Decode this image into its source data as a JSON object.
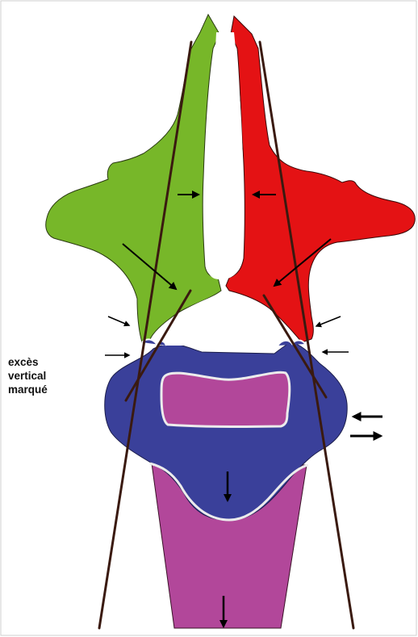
{
  "caption": {
    "lines": [
      "excès",
      "vertical",
      "marqué"
    ]
  },
  "colors": {
    "left_skull": "#77b729",
    "right_skull": "#e41214",
    "mandible": "#3a409a",
    "symphysis": "#b2479a",
    "lines": "#3a1a10",
    "arrows": "#000000"
  }
}
